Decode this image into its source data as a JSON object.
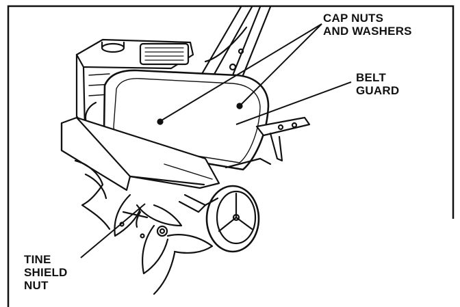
{
  "labels": {
    "cap_nuts": {
      "line1": "CAP NUTS",
      "line2": "AND WASHERS"
    },
    "belt_guard": {
      "line1": "BELT",
      "line2": "GUARD"
    },
    "tine_shield_nut": {
      "line1": "TINE",
      "line2": "SHIELD",
      "line3": "NUT"
    }
  },
  "colors": {
    "ink": "#111111",
    "paper": "#ffffff"
  }
}
